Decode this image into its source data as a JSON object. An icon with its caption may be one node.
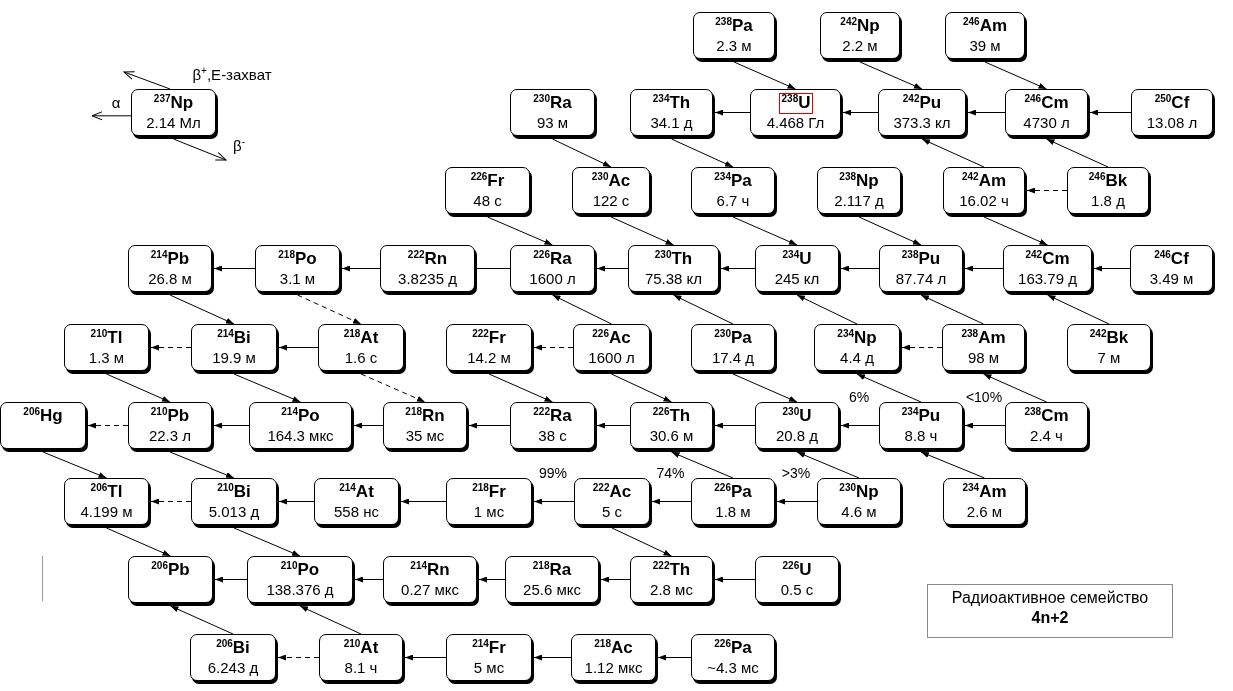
{
  "diagram": {
    "nodes": [
      {
        "text": [
          "$^{238}$Pa",
          "2.3 м"
        ]
      },
      {
        "text": [
          "$^{242}$Np",
          "2.2 м"
        ]
      },
      {
        "text": [
          "$^{246}$Am",
          "39 м"
        ]
      },
      {
        "text": [
          "$^{237}$Np",
          "2.14 Мл"
        ]
      },
      {
        "text": [
          "$^{230}$Ra",
          "93 м"
        ]
      },
      {
        "text": [
          "$^{234}$Th",
          "34.1 д"
        ]
      },
      {
        "text": [
          "4.468 Гл"
        ]
      },
      {
        "text": [
          "$^{238}$U"
        ],
        "in": 6
      },
      {
        "text": [
          "$^{242}$Pu",
          "373.3 кл"
        ]
      },
      {
        "text": [
          "$^{246}$Cm",
          "4730 л"
        ]
      },
      {
        "text": [
          "$^{250}$Cf",
          "13.08 л"
        ]
      },
      {
        "text": [
          "$^{226}$Fr",
          "48 с"
        ]
      },
      {
        "text": [
          "$^{230}$Ac",
          "122 с"
        ]
      },
      {
        "text": [
          "$^{234}$Pa",
          "6.7 ч"
        ]
      },
      {
        "text": [
          "$^{238}$Np",
          "2.117 д"
        ]
      },
      {
        "text": [
          "$^{242}$Am",
          "16.02 ч"
        ]
      },
      {
        "text": [
          "$^{246}$Bk",
          "1.8 д"
        ]
      },
      {
        "text": [
          "$^{214}$Pb",
          "26.8 м"
        ]
      },
      {
        "text": [
          "$^{218}$Po",
          "3.1 м"
        ]
      },
      {
        "text": [
          "$^{222}$Rn",
          "3.8235 д"
        ]
      },
      {
        "text": [
          "$^{226}$Ra",
          "1600 л"
        ]
      },
      {
        "text": [
          "$^{230}$Th",
          "75.38 кл"
        ]
      },
      {
        "text": [
          "$^{234}$U",
          "245 кл"
        ]
      },
      {
        "text": [
          "$^{238}$Pu",
          "87.74 л"
        ]
      },
      {
        "text": [
          "$^{242}$Cm",
          "163.79 д"
        ]
      },
      {
        "text": [
          "$^{246}$Cf",
          "3.49 м"
        ]
      },
      {
        "text": [
          "$^{210}$Tl",
          "1.3 м"
        ]
      },
      {
        "text": [
          "$^{214}$Bi",
          "19.9 м"
        ]
      },
      {
        "text": [
          "$^{218}$At",
          "1.6 с"
        ]
      },
      {
        "text": [
          "$^{222}$Fr",
          "14.2 м"
        ]
      },
      {
        "text": [
          "$^{226}$Ac",
          "1600 л"
        ]
      },
      {
        "text": [
          "$^{230}$Pa",
          "17.4 д"
        ]
      },
      {
        "text": [
          "$^{234}$Np",
          "4.4 д"
        ]
      },
      {
        "text": [
          "$^{238}$Am",
          "98 м"
        ]
      },
      {
        "text": [
          "$^{242}$Bk",
          "7 м"
        ]
      },
      {
        "text": [
          "$^{206}$Hg"
        ]
      },
      {
        "text": [
          "$^{210}$Pb",
          "22.3 л"
        ]
      },
      {
        "text": [
          "$^{214}$Po",
          "164.3 мкс"
        ]
      },
      {
        "text": [
          "$^{218}$Rn",
          "35 мс"
        ]
      },
      {
        "text": [
          "$^{222}$Ra",
          "38 с"
        ]
      },
      {
        "text": [
          "$^{226}$Th",
          "30.6 м"
        ]
      },
      {
        "text": [
          "$^{230}$U",
          "20.8 д"
        ]
      },
      {
        "text": [
          "$^{234}$Pu",
          "8.8 ч"
        ]
      },
      {
        "text": [
          "$^{238}$Cm",
          "2.4 ч"
        ]
      },
      {
        "text": [
          "$^{206}$Tl",
          "4.199 м"
        ]
      },
      {
        "text": [
          "$^{210}$Bi",
          "5.013 д"
        ]
      },
      {
        "text": [
          "$^{214}$At",
          "558 нс"
        ]
      },
      {
        "text": [
          "$^{218}$Fr",
          "1 мс"
        ]
      },
      {
        "text": [
          "$^{222}$Ac",
          "5 с"
        ]
      },
      {
        "text": [
          "$^{226}$Pa",
          "1.8 м"
        ]
      },
      {
        "text": [
          "$^{230}$Np",
          "4.6 м"
        ]
      },
      {
        "text": [
          "$^{234}$Am",
          "2.6 м"
        ]
      },
      {
        "text": [
          "$^{206}$Pb"
        ]
      },
      {
        "text": [
          "$^{210}$Po",
          "138.376 д"
        ]
      },
      {
        "text": [
          "$^{214}$Rn",
          "0.27 мкс"
        ]
      },
      {
        "text": [
          "$^{218}$Ra",
          "25.6 мкс"
        ]
      },
      {
        "text": [
          "$^{222}$Th",
          "2.8 мс"
        ]
      },
      {
        "text": [
          "$^{226}$U",
          "0.5 с"
        ]
      },
      {
        "text": [
          "Радиоактивное семейство",
          "4n+2"
        ]
      },
      {
        "text": [
          "$^{206}$Bi",
          "6.243 д"
        ]
      },
      {
        "text": [
          "$^{210}$At",
          "8.1 ч"
        ]
      },
      {
        "text": [
          "$^{214}$Fr",
          "5 мс"
        ]
      },
      {
        "text": [
          "$^{218}$Ac",
          "1.12 мкс"
        ]
      },
      {
        "text": [
          "$^{226}$Pa",
          "~4.3 мс"
        ]
      }
    ],
    "edges": [
      {
        "from": 0,
        "to": 6,
        "arrow": "to"
      },
      {
        "from": 1,
        "to": 8,
        "arrow": "to"
      },
      {
        "from": 2,
        "to": 9,
        "arrow": "to"
      },
      {
        "from": 6,
        "to": 5,
        "arrow": "to"
      },
      {
        "from": 8,
        "to": 6,
        "arrow": "to"
      },
      {
        "from": 9,
        "to": 8,
        "arrow": "to"
      },
      {
        "from": 10,
        "to": 9,
        "arrow": "to"
      },
      {
        "from": 4,
        "to": 12,
        "arrow": "to"
      },
      {
        "from": 5,
        "to": 13,
        "arrow": "to"
      },
      {
        "from": 15,
        "to": 8,
        "arrow": "to"
      },
      {
        "from": 16,
        "to": 9,
        "arrow": "to"
      },
      {
        "from": 16,
        "to": 15,
        "arrow": "to",
        "style": "dashed"
      },
      {
        "from": 11,
        "to": 20,
        "arrow": "to"
      },
      {
        "from": 12,
        "to": 21,
        "arrow": "to"
      },
      {
        "from": 13,
        "to": 22,
        "arrow": "to"
      },
      {
        "from": 14,
        "to": 23,
        "arrow": "to"
      },
      {
        "from": 15,
        "to": 24,
        "arrow": "to"
      },
      {
        "from": 18,
        "to": 17,
        "arrow": "to"
      },
      {
        "from": 19,
        "to": 18,
        "arrow": "to"
      },
      {
        "from": 20,
        "to": 19,
        "arrow": "none"
      },
      {
        "from": 21,
        "to": 20,
        "arrow": "to"
      },
      {
        "from": 22,
        "to": 21,
        "arrow": "to"
      },
      {
        "from": 23,
        "to": 22,
        "arrow": "to"
      },
      {
        "from": 24,
        "to": 23,
        "arrow": "to"
      },
      {
        "from": 25,
        "to": 24,
        "arrow": "to"
      },
      {
        "from": 17,
        "to": 27,
        "arrow": "to"
      },
      {
        "from": 18,
        "to": 28,
        "arrow": "to",
        "style": "dashed"
      },
      {
        "from": 30,
        "to": 20,
        "arrow": "to"
      },
      {
        "from": 31,
        "to": 21,
        "arrow": "to"
      },
      {
        "from": 32,
        "to": 22,
        "arrow": "to"
      },
      {
        "from": 33,
        "to": 23,
        "arrow": "to"
      },
      {
        "from": 34,
        "to": 24,
        "arrow": "to"
      },
      {
        "from": 27,
        "to": 26,
        "arrow": "to",
        "style": "dashed"
      },
      {
        "from": 28,
        "to": 27,
        "arrow": "to"
      },
      {
        "from": 30,
        "to": 29,
        "arrow": "to",
        "style": "dashed"
      },
      {
        "from": 33,
        "to": 32,
        "arrow": "to",
        "style": "dashed"
      },
      {
        "from": 26,
        "to": 36,
        "arrow": "to"
      },
      {
        "from": 27,
        "to": 37,
        "arrow": "to"
      },
      {
        "from": 28,
        "to": 38,
        "arrow": "to",
        "style": "dashed"
      },
      {
        "from": 29,
        "to": 39,
        "arrow": "to"
      },
      {
        "from": 30,
        "to": 40,
        "arrow": "to"
      },
      {
        "from": 31,
        "to": 41,
        "arrow": "to"
      },
      {
        "from": 42,
        "to": 32,
        "arrow": "to"
      },
      {
        "from": 43,
        "to": 33,
        "arrow": "to"
      },
      {
        "from": 36,
        "to": 35,
        "arrow": "to",
        "style": "dashed"
      },
      {
        "from": 37,
        "to": 36,
        "arrow": "to"
      },
      {
        "from": 38,
        "to": 37,
        "arrow": "to"
      },
      {
        "from": 39,
        "to": 38,
        "arrow": "to"
      },
      {
        "from": 40,
        "to": 39,
        "arrow": "to"
      },
      {
        "from": 41,
        "to": 40,
        "arrow": "to"
      },
      {
        "from": 42,
        "to": 41,
        "arrow": "to",
        "label": "6%"
      },
      {
        "from": 43,
        "to": 42,
        "arrow": "to",
        "label": "<10%"
      },
      {
        "from": 35,
        "to": 44,
        "arrow": "to"
      },
      {
        "from": 36,
        "to": 45,
        "arrow": "to"
      },
      {
        "from": 49,
        "to": 40,
        "arrow": "to"
      },
      {
        "from": 50,
        "to": 41,
        "arrow": "to"
      },
      {
        "from": 51,
        "to": 42,
        "arrow": "to"
      },
      {
        "from": 45,
        "to": 44,
        "arrow": "to",
        "style": "dashed"
      },
      {
        "from": 46,
        "to": 45,
        "arrow": "to"
      },
      {
        "from": 47,
        "to": 46,
        "arrow": "to"
      },
      {
        "from": 48,
        "to": 47,
        "arrow": "to",
        "label": "99%"
      },
      {
        "from": 49,
        "to": 48,
        "arrow": "to",
        "label": "74%"
      },
      {
        "from": 50,
        "to": 49,
        "arrow": "to",
        "label": ">3%"
      },
      {
        "from": 44,
        "to": 52,
        "arrow": "to"
      },
      {
        "from": 45,
        "to": 53,
        "arrow": "to"
      },
      {
        "from": 48,
        "to": 56,
        "arrow": "to"
      },
      {
        "from": 53,
        "to": 52,
        "arrow": "to"
      },
      {
        "from": 54,
        "to": 53,
        "arrow": "to"
      },
      {
        "from": 55,
        "to": 54,
        "arrow": "to"
      },
      {
        "from": 56,
        "to": 55,
        "arrow": "to"
      },
      {
        "from": 57,
        "to": 56,
        "arrow": "to"
      },
      {
        "from": 59,
        "to": 52,
        "arrow": "to"
      },
      {
        "from": 60,
        "to": 53,
        "arrow": "to"
      },
      {
        "from": 60,
        "to": 59,
        "arrow": "to",
        "style": "dashed"
      },
      {
        "from": 61,
        "to": 60,
        "arrow": "to"
      },
      {
        "from": 62,
        "to": 61,
        "arrow": "to"
      },
      {
        "from": 63,
        "to": 62,
        "arrow": "to"
      },
      {
        "from": 3,
        "to": null,
        "arrow": "to",
        "label": "α"
      },
      {
        "from": 3,
        "to": null,
        "arrow": "to",
        "label": "β$^{+}$,E-захват"
      },
      {
        "from": 3,
        "to": null,
        "arrow": "to",
        "label": "β$^{-}$"
      }
    ]
  }
}
